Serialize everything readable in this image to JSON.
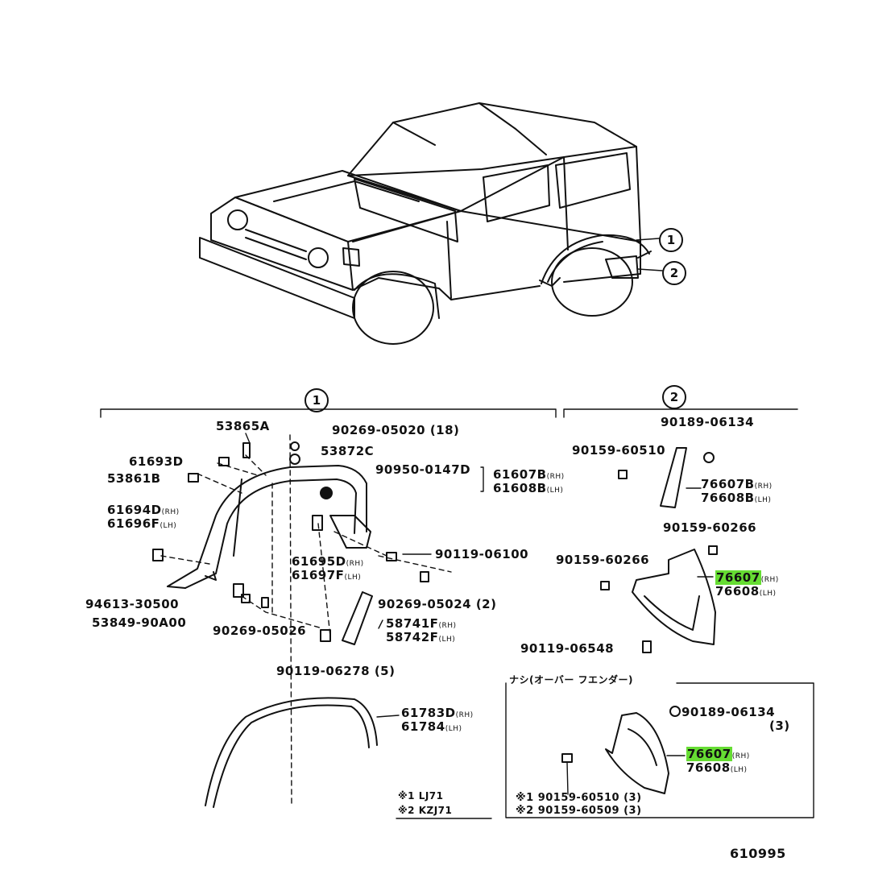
{
  "callouts": {
    "c1": "1",
    "c2": "2"
  },
  "group1": {
    "p53865A": "53865A",
    "p90269_05020": "90269-05020 (18)",
    "p53872C": "53872C",
    "p61693D": "61693D",
    "p53861B": "53861B",
    "p90950": "90950-0147D",
    "p61607B": "61607B",
    "p61607B_s": "(RH)",
    "p61608B": "61608B",
    "p61608B_s": "(LH)",
    "p61694D": "61694D",
    "p61694D_s": "(RH)",
    "p61696F": "61696F",
    "p61696F_s": "(LH)",
    "p61695D": "61695D",
    "p61695D_s": "(RH)",
    "p61697F": "61697F",
    "p61697F_s": "(LH)",
    "p90119_06100": "90119-06100",
    "p94613": "94613-30500",
    "p53849": "53849-90A00",
    "p90269_05026": "90269-05026",
    "p90269_05024": "90269-05024 (2)",
    "p58741F": "58741F",
    "p58741F_s": "(RH)",
    "p58742F": "58742F",
    "p58742F_s": "(LH)",
    "p90119_06278": "90119-06278 (5)",
    "p61783D": "61783D",
    "p61783D_s": "(RH)",
    "p61784": "61784",
    "p61784_s": "(LH)"
  },
  "group2": {
    "p90189_06134": "90189-06134",
    "p90159_60510": "90159-60510",
    "p76607B": "76607B",
    "p76607B_s": "(RH)",
    "p76608B": "76608B",
    "p76608B_s": "(LH)",
    "p90159_60266a": "90159-60266",
    "p90159_60266b": "90159-60266",
    "p76607": "76607",
    "p76607_s": "(RH)",
    "p76608": "76608",
    "p76608_s": "(LH)",
    "p90119_06548": "90119-06548"
  },
  "inset": {
    "title": "ナシ(オーバー フエンダー)",
    "p90189_06134": "90189-06134",
    "p90189_qty": "(3)",
    "p76607": "76607",
    "p76607_s": "(RH)",
    "p76608": "76608",
    "p76608_s": "(LH)",
    "p90159_60510": "※1 90159-60510 (3)",
    "p90159_60509": "※2 90159-60509 (3)"
  },
  "notes": {
    "n1": "※1 LJ71",
    "n2": "※2 KZJ71"
  },
  "diagram_number": "610995",
  "colors": {
    "highlight": "#66dd33",
    "ink": "#111111"
  }
}
